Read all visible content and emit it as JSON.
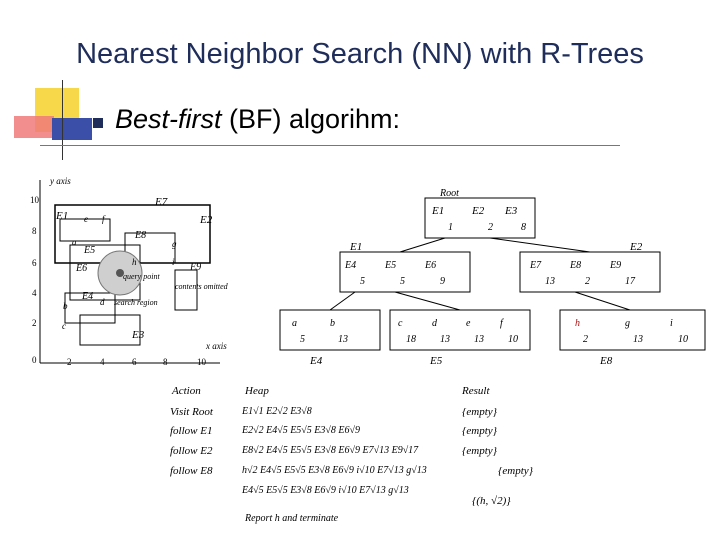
{
  "slide": {
    "title": "Nearest Neighbor Search (NN) with R-Trees",
    "subtitle_italic": "Best-first",
    "subtitle_rest": " (BF) algorihm:"
  },
  "plot": {
    "y_axis_label": "y axis",
    "x_axis_label": "x axis",
    "y_ticks": [
      "10",
      "8",
      "6",
      "4",
      "2",
      "0"
    ],
    "x_ticks": [
      "2",
      "4",
      "6",
      "8",
      "10"
    ],
    "region_labels": [
      "E1",
      "E2",
      "E3",
      "E4",
      "E5",
      "E6",
      "E7",
      "E8",
      "E9"
    ],
    "point_labels": [
      "a",
      "b",
      "c",
      "d",
      "e",
      "f",
      "g",
      "h",
      "i"
    ],
    "query_label": "query point",
    "search_region_label": "search region",
    "contents_label": "contents omitted"
  },
  "tree": {
    "root_label": "Root",
    "root_entries": [
      {
        "name": "E1",
        "dist": "1"
      },
      {
        "name": "E2",
        "dist": "2"
      },
      {
        "name": "E3",
        "dist": "8"
      }
    ],
    "e1_label": "E1",
    "e2_label": "E2",
    "e1_entries": [
      {
        "name": "E4",
        "dist": "5"
      },
      {
        "name": "E5",
        "dist": "5"
      },
      {
        "name": "E6",
        "dist": "9"
      }
    ],
    "e2_entries": [
      {
        "name": "E7",
        "dist": "13"
      },
      {
        "name": "E8",
        "dist": "2"
      },
      {
        "name": "E9",
        "dist": "17"
      }
    ],
    "e4_label": "E4",
    "e5_label": "E5",
    "e8_label": "E8",
    "leaves_e4": [
      {
        "name": "a",
        "dist": "5"
      },
      {
        "name": "b",
        "dist": "13"
      }
    ],
    "leaves_e5": [
      {
        "name": "c",
        "dist": "18"
      },
      {
        "name": "d",
        "dist": "13"
      },
      {
        "name": "e",
        "dist": "13"
      },
      {
        "name": "f",
        "dist": "10"
      }
    ],
    "leaves_e8": [
      {
        "name": "h",
        "dist": "2"
      },
      {
        "name": "g",
        "dist": "13"
      },
      {
        "name": "i",
        "dist": "10"
      }
    ]
  },
  "table": {
    "col_action": "Action",
    "col_heap": "Heap",
    "col_result": "Result",
    "rows": [
      {
        "action": "Visit Root",
        "heap": "E1√1 E2√2 E3√8",
        "result": "{empty}"
      },
      {
        "action": "follow E1",
        "heap": "E2√2 E4√5 E5√5 E3√8 E6√9",
        "result": "{empty}"
      },
      {
        "action": "follow E2",
        "heap": "E8√2 E4√5 E5√5 E3√8 E6√9 E7√13 E9√17",
        "result": "{empty}"
      },
      {
        "action": "follow E8",
        "heap": "h√2 E4√5 E5√5 E3√8 E6√9 i√10 E7√13 g√13",
        "result": "{empty}"
      },
      {
        "action": "",
        "heap": "E4√5 E5√5 E3√8 E6√9 i√10 E7√13 g√13",
        "result": "{(h, √2)}"
      }
    ],
    "footer": "Report h and terminate"
  }
}
